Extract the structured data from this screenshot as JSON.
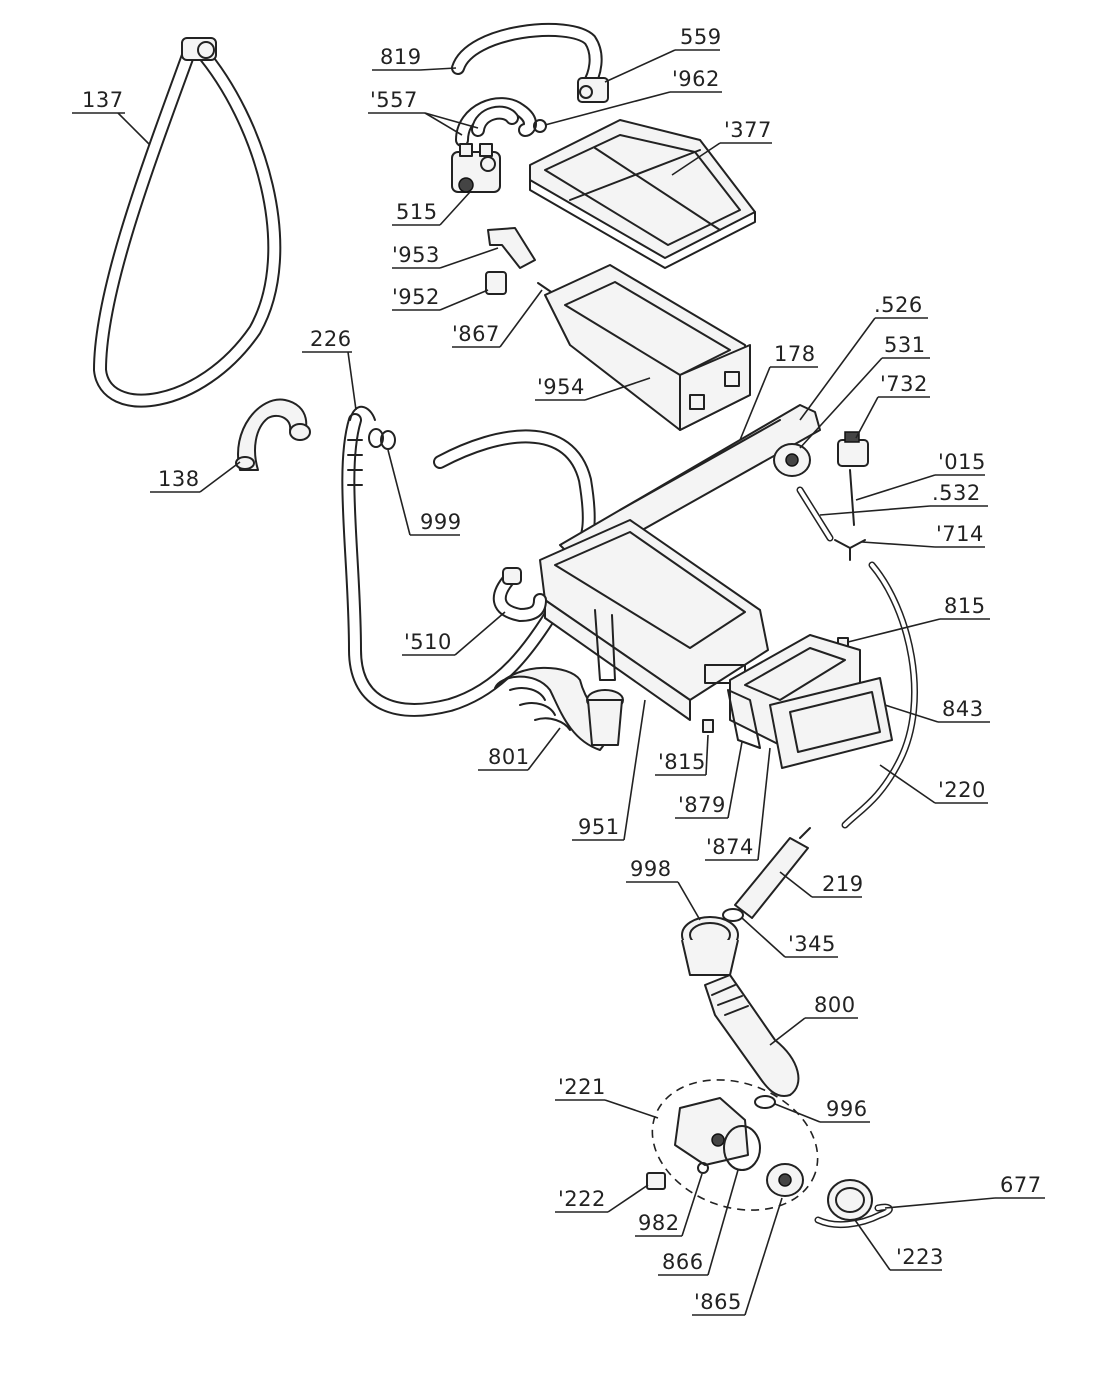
{
  "labels": {
    "l137": "137",
    "l138": "138",
    "l819": "819",
    "l559": "559",
    "l557": "'557",
    "l962": "'962",
    "l377": "'377",
    "l515": "515",
    "l953": "'953",
    "l952": "'952",
    "l867": "'867",
    "l954": "'954",
    "l226": "226",
    "l999": "999",
    "l178": "178",
    "l526": ".526",
    "l531": "531",
    "l732": "'732",
    "l015": "'015",
    "l532": ".532",
    "l714": "'714",
    "l815a": "815",
    "l510": "'510",
    "l843": "843",
    "l801": "801",
    "l815b": "'815",
    "l220": "'220",
    "l951": "951",
    "l879": "'879",
    "l874": "'874",
    "l219": "219",
    "l998": "998",
    "l345": "'345",
    "l800": "800",
    "l221": "'221",
    "l996": "996",
    "l677": "677",
    "l222": "'222",
    "l982": "982",
    "l223": "'223",
    "l866": "866",
    "l865": "'865"
  }
}
